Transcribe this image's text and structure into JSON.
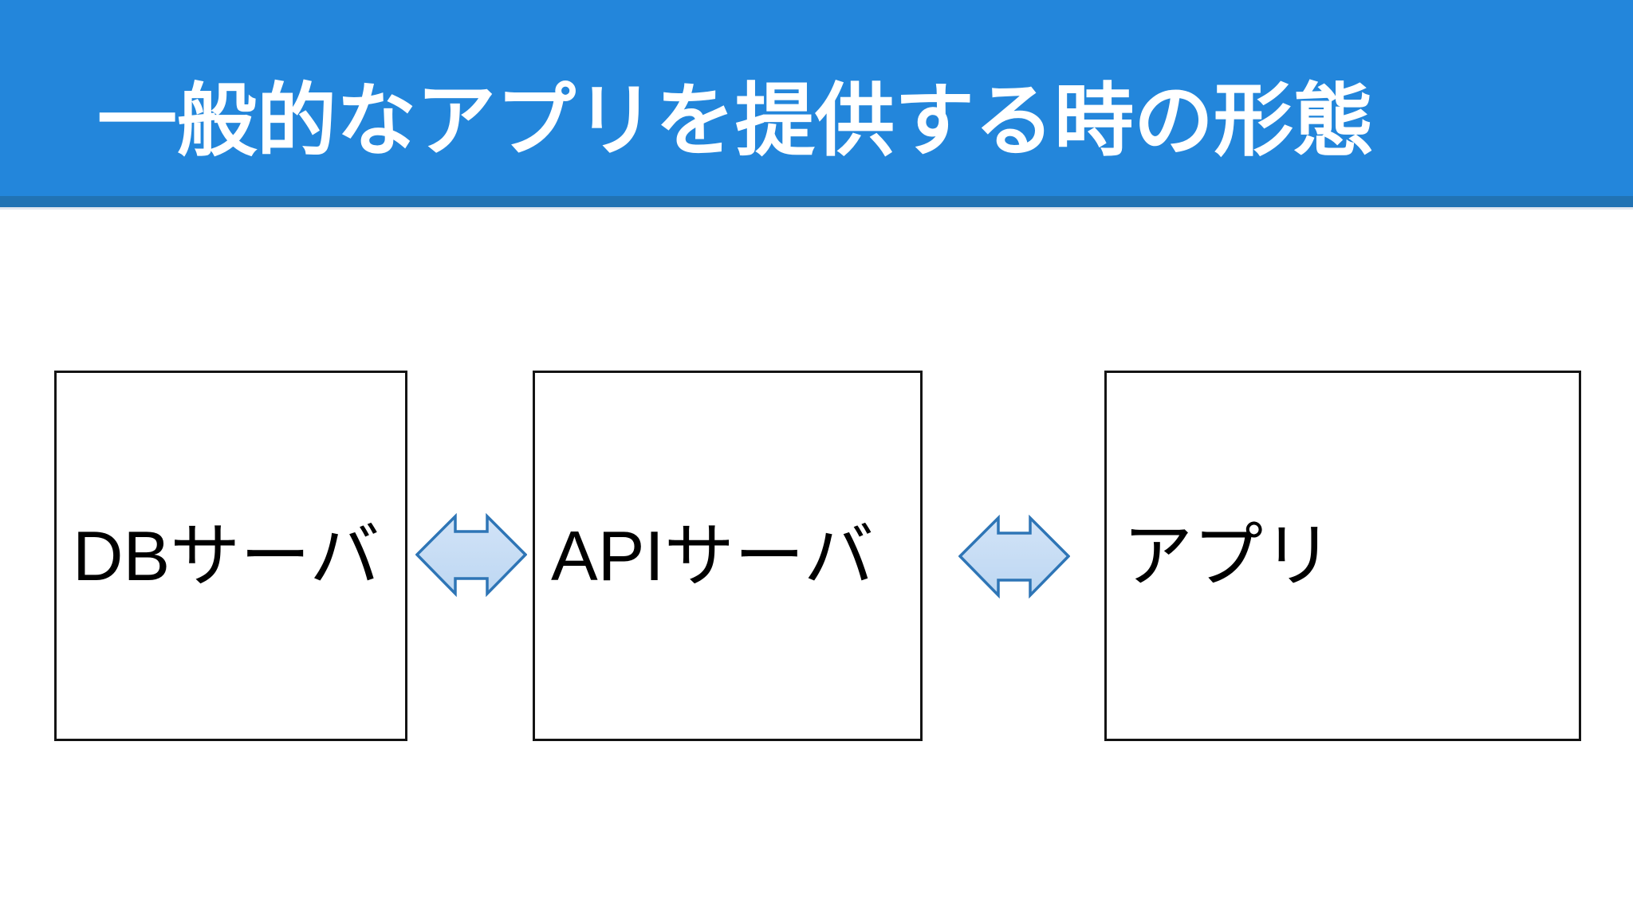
{
  "slide": {
    "title": "一般的なアプリを提供する時の形態",
    "nodes": [
      {
        "id": "db-server",
        "label": "DBサーバ"
      },
      {
        "id": "api-server",
        "label": "APIサーバ"
      },
      {
        "id": "app",
        "label": "アプリ"
      }
    ],
    "connectors": [
      {
        "type": "double-headed-arrow",
        "from": "DBサーバ",
        "to": "APIサーバ"
      },
      {
        "type": "double-headed-arrow",
        "from": "APIサーバ",
        "to": "アプリ"
      }
    ],
    "colors": {
      "header_blue": "#2386db",
      "header_strip_blue": "#2173b4",
      "title_text": "#ffffff",
      "box_border": "#141414",
      "box_fill": "#ffffff",
      "box_text": "#000000",
      "arrow_fill": "#c9def5",
      "arrow_stroke": "#2e75b6"
    }
  }
}
